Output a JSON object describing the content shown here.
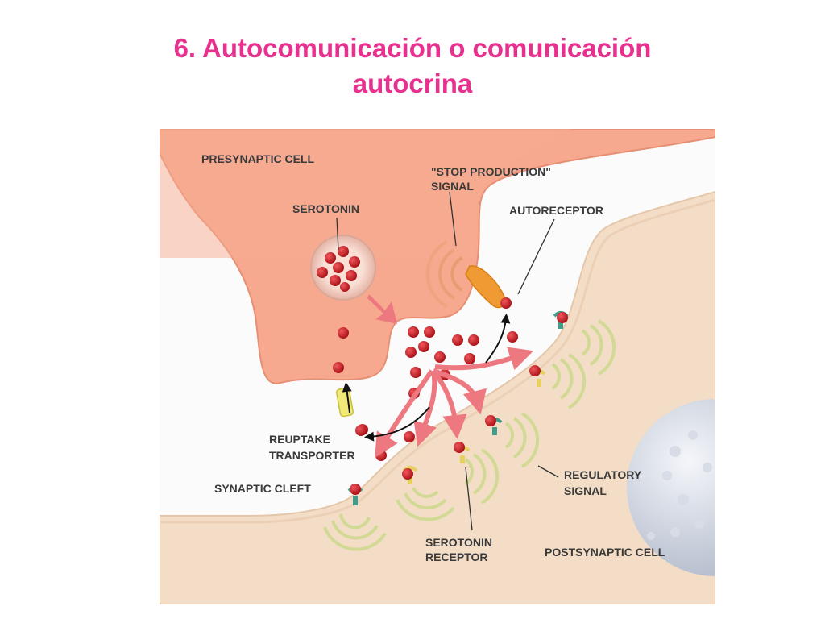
{
  "title": {
    "line1": "6. Autocomunicación o comunicación",
    "line2": "autocrina"
  },
  "diagram": {
    "labels": {
      "presynaptic_cell": "PRESYNAPTIC CELL",
      "stop_production_1": "\"STOP PRODUCTION\"",
      "stop_production_2": "SIGNAL",
      "serotonin": "SEROTONIN",
      "autoreceptor": "AUTORECEPTOR",
      "reuptake_1": "REUPTAKE",
      "reuptake_2": "TRANSPORTER",
      "synaptic_cleft": "SYNAPTIC CLEFT",
      "regulatory_1": "REGULATORY",
      "regulatory_2": "SIGNAL",
      "serotonin_receptor_1": "SEROTONIN",
      "serotonin_receptor_2": "RECEPTOR",
      "postsynaptic_cell": "POSTSYNAPTIC CELL"
    },
    "colors": {
      "title": "#e8318f",
      "presynaptic_cell": "#f6a98e",
      "postsynaptic_cell": "#f3ddc6",
      "serotonin_molecule": "#c4161c",
      "arrow_pink": "#ee7880",
      "receptor_teal": "#3f9c8a",
      "autoreceptor_orange": "#ef9a32",
      "signal_green": "#c9d98a"
    },
    "icons": [
      "serotonin-molecule",
      "receptor",
      "autoreceptor",
      "reuptake-transporter",
      "signal-waves",
      "arrow"
    ]
  }
}
